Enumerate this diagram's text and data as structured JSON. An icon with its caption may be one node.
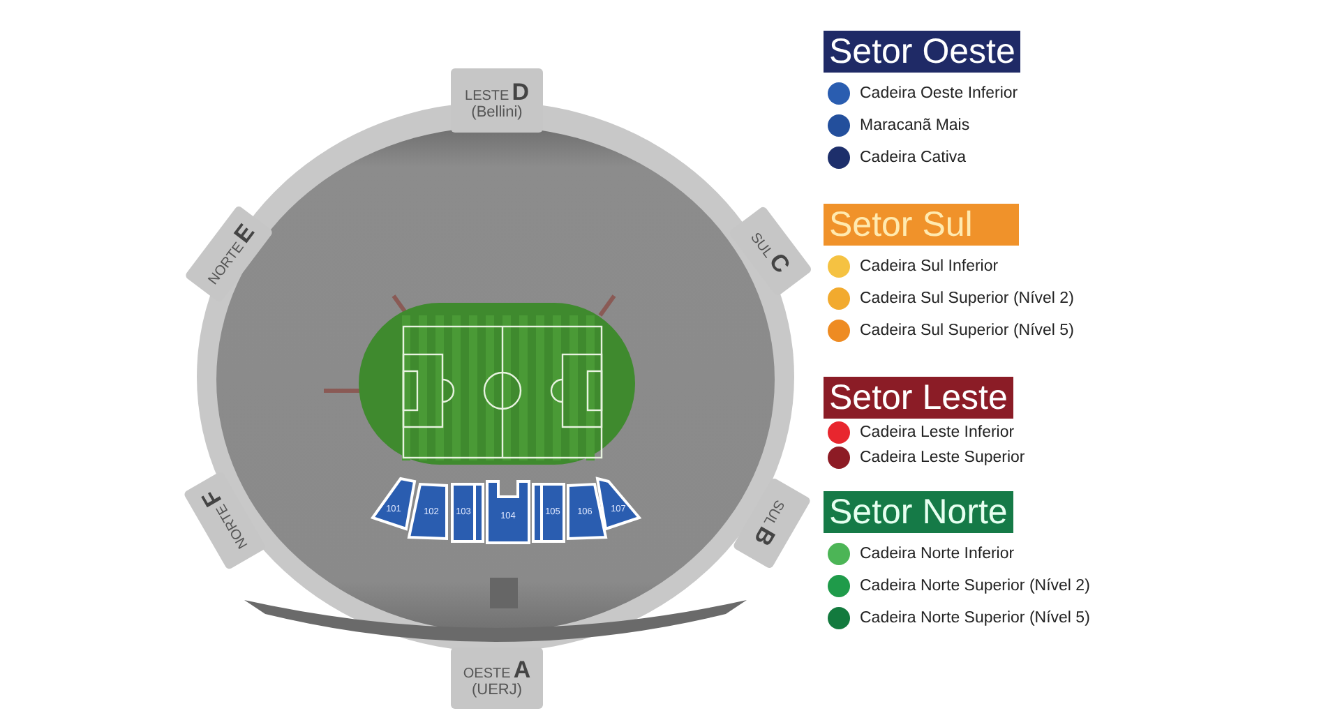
{
  "diagram": {
    "nodes": [
      {
        "text": [
          "LESTE",
          "D",
          "(Bellini)"
        ]
      },
      {
        "text": [
          "NORTE",
          "E"
        ]
      },
      {
        "text": [
          "SUL",
          "C"
        ]
      },
      {
        "text": [
          "101"
        ]
      },
      {
        "text": [
          "102"
        ]
      },
      {
        "text": [
          "103"
        ]
      },
      {
        "text": [
          "104"
        ]
      },
      {
        "text": [
          "105"
        ]
      },
      {
        "text": [
          "106"
        ]
      },
      {
        "text": [
          "107"
        ]
      },
      {
        "text": [
          "NORTE",
          "F"
        ]
      },
      {
        "text": [
          "SUL",
          "B"
        ]
      },
      {
        "text": [
          "OESTE",
          "A",
          "(UERJ)"
        ]
      }
    ],
    "labels": [
      "Setor Oeste",
      "Setor Sul",
      "Setor Leste",
      "Setor Norte"
    ],
    "legend": [
      {
        "text": "Cadeira Oeste Inferior",
        "color": "#2a5db0"
      },
      {
        "text": "Maracanã Mais",
        "color": "#234f9c"
      },
      {
        "text": "Cadeira Cativa",
        "color": "#1d2f6b"
      },
      {
        "text": "Cadeira Sul Inferior",
        "color": "#f5c242"
      },
      {
        "text": "Cadeira Sul Superior (Nível 2)",
        "color": "#f2aa2e"
      },
      {
        "text": "Cadeira Sul Superior (Nível 5)",
        "color": "#ee8b22"
      },
      {
        "text": "Cadeira Leste Inferior",
        "color": "#e8262e"
      },
      {
        "text": "Cadeira Leste Superior",
        "color": "#8d1b25"
      },
      {
        "text": "Cadeira Norte Inferior",
        "color": "#4cb556"
      },
      {
        "text": "Cadeira Norte Superior (Nível 2)",
        "color": "#1f9b4a"
      },
      {
        "text": "Cadeira Norte Superior (Nível 5)",
        "color": "#137a3e"
      }
    ]
  }
}
